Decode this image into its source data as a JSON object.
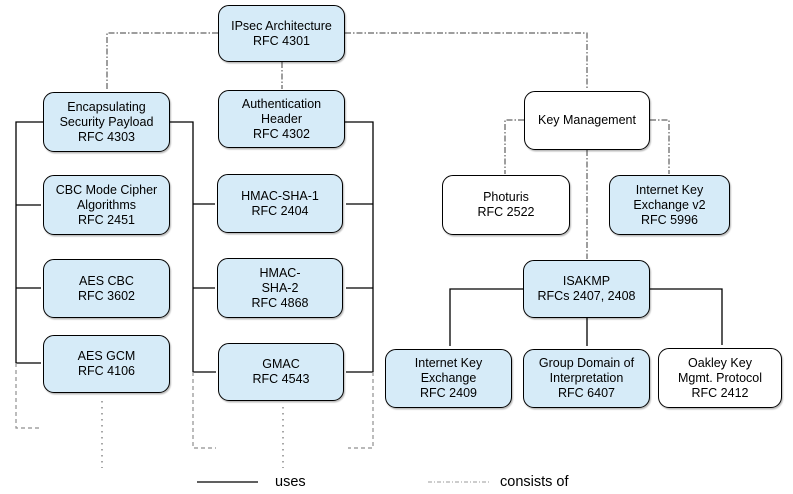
{
  "nodes": {
    "ipsec": {
      "line1": "IPsec Architecture",
      "line2": "RFC 4301"
    },
    "esp": {
      "line1": "Encapsulating",
      "line2": "Security Payload",
      "line3": "RFC 4303"
    },
    "ah": {
      "line1": "Authentication",
      "line2": "Header",
      "line3": "RFC 4302"
    },
    "cbc": {
      "line1": "CBC Mode Cipher",
      "line2": "Algorithms",
      "line3": "RFC 2451"
    },
    "aes_cbc": {
      "line1": "AES CBC",
      "line2": "RFC 3602"
    },
    "aes_gcm": {
      "line1": "AES GCM",
      "line2": "RFC 4106"
    },
    "hmac_sha1": {
      "line1": "HMAC-SHA-1",
      "line2": "RFC 2404"
    },
    "hmac_sha2": {
      "line1": "HMAC-",
      "line2": "SHA-2",
      "line3": "RFC 4868"
    },
    "gmac": {
      "line1": "GMAC",
      "line2": "RFC 4543"
    },
    "key_mgmt": {
      "line1": "Key Management"
    },
    "photuris": {
      "line1": "Photuris",
      "line2": "RFC 2522"
    },
    "ikev2": {
      "line1": "Internet Key",
      "line2": "Exchange v2",
      "line3": "RFC 5996"
    },
    "isakmp": {
      "line1": "ISAKMP",
      "line2": "RFCs 2407, 2408"
    },
    "ike": {
      "line1": "Internet Key",
      "line2": "Exchange",
      "line3": "RFC 2409"
    },
    "gdoi": {
      "line1": "Group Domain of",
      "line2": "Interpretation",
      "line3": "RFC 6407"
    },
    "oakley": {
      "line1": "Oakley Key",
      "line2": "Mgmt. Protocol",
      "line3": "RFC 2412"
    }
  },
  "legend": {
    "uses_label": "uses",
    "consists_of_label": "consists of"
  },
  "colors": {
    "node_fill_blue": "#d6ebf8",
    "node_fill_white": "#ffffff",
    "node_border": "#000000",
    "solid_edge": "#000000",
    "dash_dot_edge": "#3d3d3d",
    "continuation_gray": "#8f8f8f"
  },
  "relations": {
    "uses": [
      [
        "Encapsulating Security Payload",
        "CBC Mode Cipher Algorithms"
      ],
      [
        "Encapsulating Security Payload",
        "AES CBC"
      ],
      [
        "Encapsulating Security Payload",
        "AES GCM"
      ],
      [
        "Encapsulating Security Payload",
        "HMAC-SHA-1"
      ],
      [
        "Encapsulating Security Payload",
        "HMAC-SHA-2"
      ],
      [
        "Encapsulating Security Payload",
        "GMAC"
      ],
      [
        "Authentication Header",
        "HMAC-SHA-1"
      ],
      [
        "Authentication Header",
        "HMAC-SHA-2"
      ],
      [
        "Authentication Header",
        "GMAC"
      ],
      [
        "ISAKMP",
        "Internet Key Exchange"
      ],
      [
        "ISAKMP",
        "Group Domain of Interpretation"
      ],
      [
        "ISAKMP",
        "Oakley Key Mgmt. Protocol"
      ]
    ],
    "consists_of": [
      [
        "IPsec Architecture",
        "Encapsulating Security Payload"
      ],
      [
        "IPsec Architecture",
        "Authentication Header"
      ],
      [
        "IPsec Architecture",
        "Key Management"
      ],
      [
        "Key Management",
        "Photuris"
      ],
      [
        "Key Management",
        "Internet Key Exchange v2"
      ],
      [
        "Key Management",
        "ISAKMP"
      ]
    ]
  }
}
